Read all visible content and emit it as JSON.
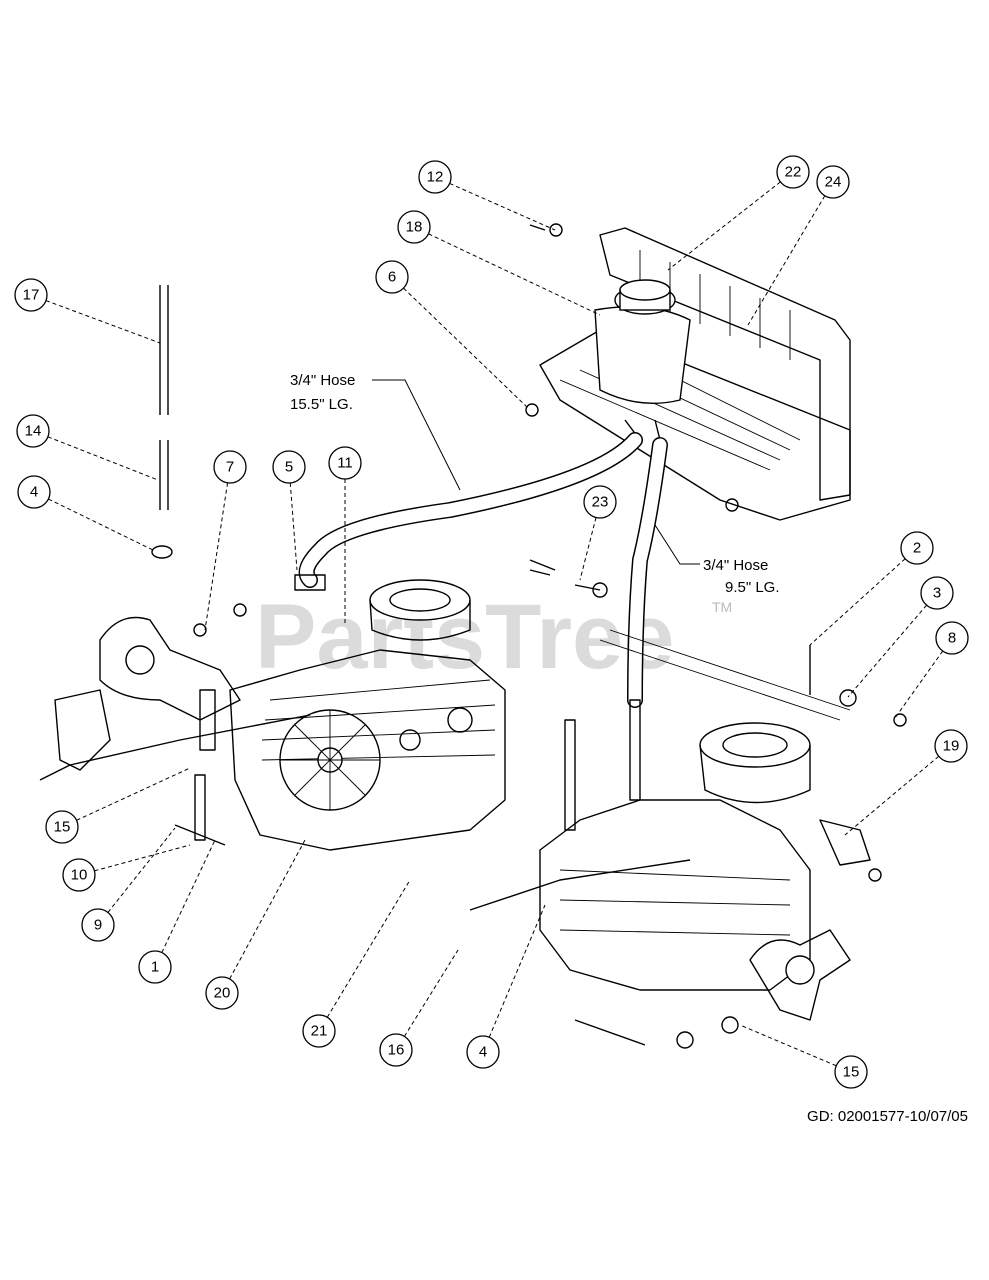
{
  "watermark": "PartsTree",
  "trademark": "TM",
  "footer_code": "GD: 02001577-10/07/05",
  "notes": {
    "hose_long_line1": "3/4\" Hose",
    "hose_long_line2": "15.5\" LG.",
    "hose_short_line1": "3/4\" Hose",
    "hose_short_line2": "9.5\" LG."
  },
  "callouts": [
    "12",
    "22",
    "24",
    "18",
    "6",
    "17",
    "14",
    "4",
    "7",
    "5",
    "11",
    "23",
    "2",
    "3",
    "8",
    "19",
    "15",
    "10",
    "9",
    "1",
    "20",
    "21",
    "16",
    "4",
    "15"
  ]
}
